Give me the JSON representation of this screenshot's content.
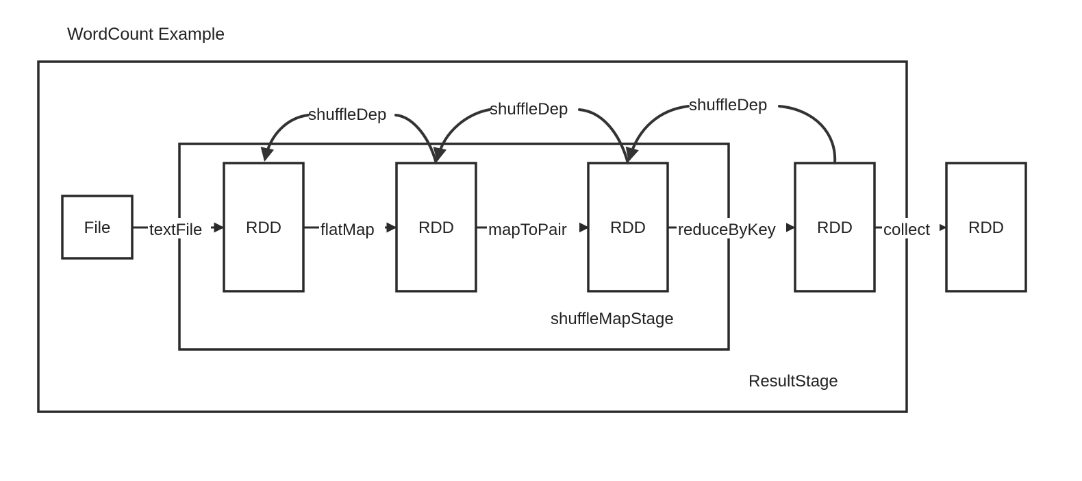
{
  "title": "WordCount Example",
  "stages": {
    "result": "ResultStage",
    "shuffle_map": "shuffleMapStage"
  },
  "nodes": {
    "file": "File",
    "rdd1": "RDD",
    "rdd2": "RDD",
    "rdd3": "RDD",
    "rdd4": "RDD",
    "rdd5": "RDD"
  },
  "edges": {
    "textFile": "textFile",
    "flatMap": "flatMap",
    "mapToPair": "mapToPair",
    "reduceByKey": "reduceByKey",
    "collect": "collect"
  },
  "dependencies": {
    "dep1": "shuffleDep",
    "dep2": "shuffleDep",
    "dep3": "shuffleDep"
  },
  "colors": {
    "stroke": "#2a2a2a",
    "text": "#222222",
    "background": "#ffffff"
  }
}
